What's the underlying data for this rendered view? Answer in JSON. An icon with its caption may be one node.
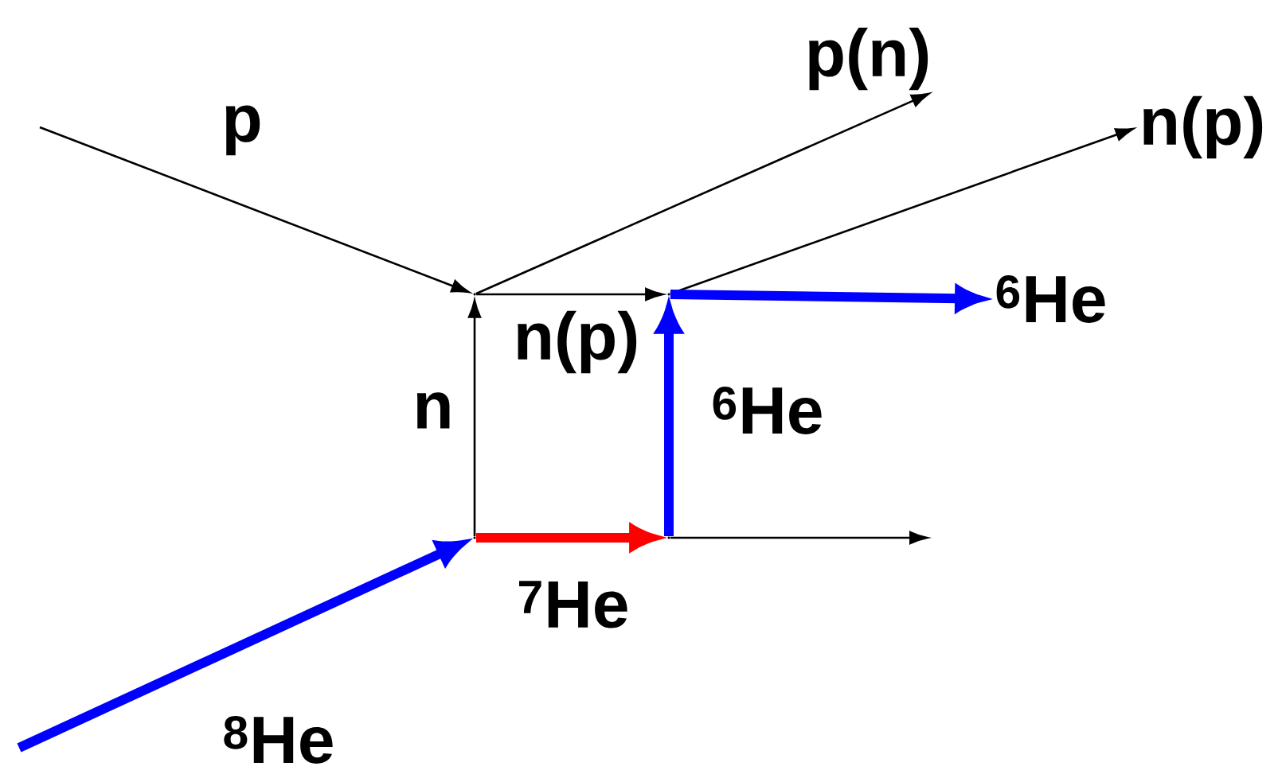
{
  "diagram": {
    "nodes": [
      {
        "text": [
          "p(n)"
        ]
      },
      {
        "text": [
          "n(p)"
        ]
      },
      {
        "text": [],
        "shape": "dot"
      },
      {
        "text": [],
        "shape": "dot"
      },
      {
        "text": [
          "$^{6}$He"
        ]
      },
      {
        "text": [],
        "shape": "dot"
      },
      {
        "text": [],
        "shape": "dot"
      }
    ],
    "edges": [
      {
        "from": null,
        "to": 2,
        "arrow": "to",
        "label": "p"
      },
      {
        "from": 5,
        "to": 2,
        "arrow": "to",
        "label": "n"
      },
      {
        "from": 2,
        "to": 0,
        "arrow": "to"
      },
      {
        "from": 2,
        "to": 3,
        "arrow": "to",
        "label": "n(p)"
      },
      {
        "from": 3,
        "to": 1,
        "arrow": "to"
      },
      {
        "from": 3,
        "to": 4,
        "arrow": "to",
        "style": "thick",
        "color": "#0000ff"
      },
      {
        "from": null,
        "to": 5,
        "arrow": "to",
        "label": "$^{8}$He",
        "style": "thick",
        "color": "#0000ff"
      },
      {
        "from": 5,
        "to": 6,
        "arrow": "to",
        "label": "$^{7}$He",
        "style": "thick",
        "color": "#ff0000"
      },
      {
        "from": 6,
        "to": 3,
        "arrow": "to",
        "label": "$^{6}$He",
        "style": "thick",
        "color": "#0000ff"
      },
      {
        "from": 6,
        "to": null,
        "arrow": "to"
      }
    ]
  }
}
